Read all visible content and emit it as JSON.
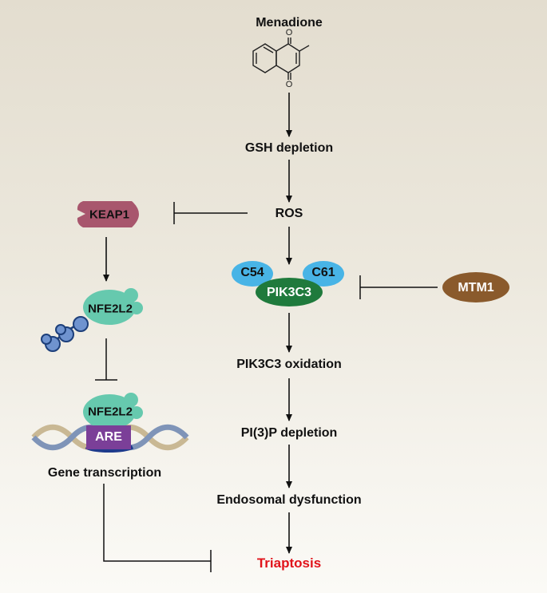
{
  "nodes": {
    "menadione": "Menadione",
    "gsh_depletion": "GSH depletion",
    "ros": "ROS",
    "keap1": "KEAP1",
    "nfe2l2_top": "NFE2L2",
    "nfe2l2_bottom": "NFE2L2",
    "are": "ARE",
    "gene_transcription": "Gene transcription",
    "c54": "C54",
    "c61": "C61",
    "pik3c3": "PIK3C3",
    "mtm1": "MTM1",
    "pik3c3_oxidation": "PIK3C3 oxidation",
    "pi3p_depletion": "PI(3)P depletion",
    "endosomal_dysfunction": "Endosomal dysfunction",
    "triaptosis": "Triaptosis"
  },
  "molecule_atoms": {
    "o_top": "O",
    "o_bottom": "O"
  },
  "colors": {
    "keap1": "#a8566d",
    "nfe2l2": "#66c9ae",
    "are": "#7b3f98",
    "c5461": "#48b4e6",
    "pik3c3": "#1f7a3c",
    "mtm1": "#8a5a2c",
    "triaptosis": "#e1131b"
  }
}
